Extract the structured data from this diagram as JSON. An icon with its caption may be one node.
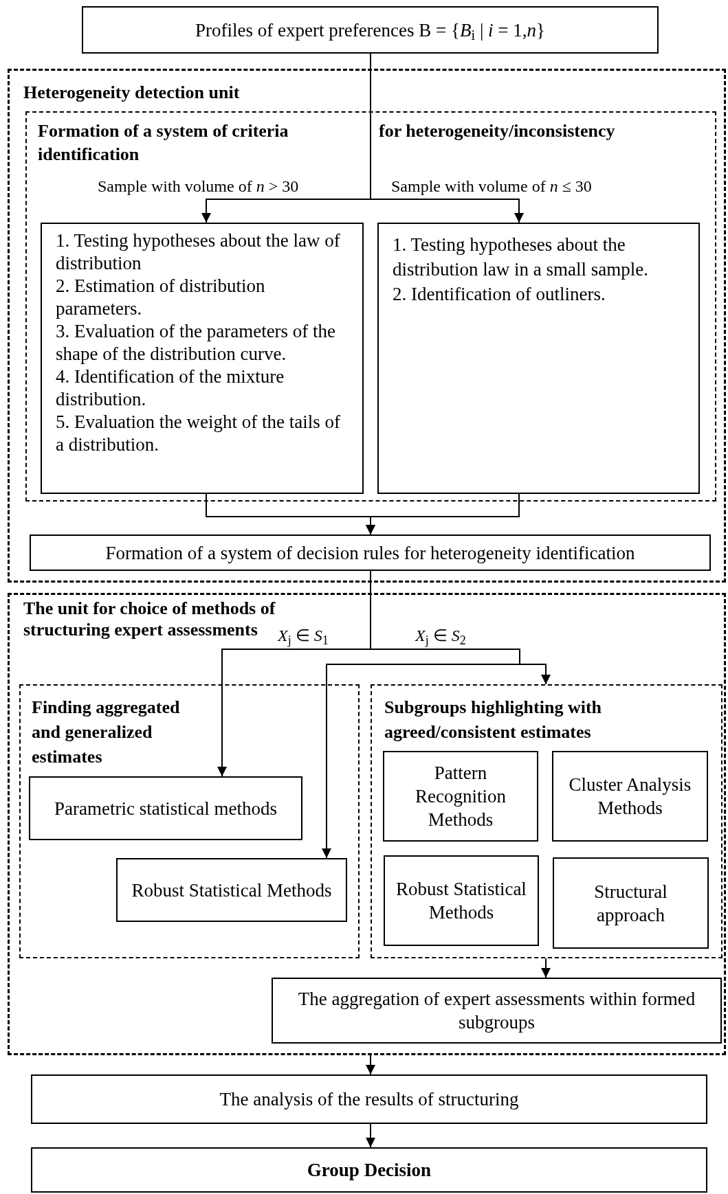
{
  "diagram": {
    "nodes": [
      {
        "text": [
          "Profiles of expert preferences B = {*B*$_{i}$ | *i* = 1,*n*}"
        ]
      },
      {
        "text": [
          "Heterogeneity detection unit"
        ]
      },
      {
        "text": [
          "Formation of a system of criteria identification",
          "for heterogeneity/inconsistency"
        ],
        "in": 1
      },
      {
        "text": [
          "1. Testing hypotheses about the law of distribution",
          "2. Estimation of distribution parameters.",
          "3. Evaluation of the parameters of the shape of the distribution curve.",
          "4. Identification of the mixture distribution.",
          "5. Evaluation the weight of the tails of a distribution."
        ],
        "in": 2
      },
      {
        "text": [
          "1. Testing hypotheses about the distribution law in a small sample.",
          "2. Identification of outliners."
        ],
        "in": 2
      },
      {
        "text": [
          "Formation of a system of decision rules for heterogeneity identification"
        ],
        "in": 1
      },
      {
        "text": [
          "The unit for choice of methods of structuring expert assessments"
        ]
      },
      {
        "text": [
          "Finding aggregated and generalized estimates"
        ],
        "in": 6
      },
      {
        "text": [
          "Parametric statistical methods"
        ],
        "in": 7
      },
      {
        "text": [
          "Robust Statistical Methods"
        ],
        "in": 7
      },
      {
        "text": [
          "Subgroups highlighting with agreed/consistent estimates"
        ],
        "in": 6
      },
      {
        "text": [
          "Pattern Recognition Methods"
        ],
        "in": 10
      },
      {
        "text": [
          "Cluster Analysis Methods"
        ],
        "in": 10
      },
      {
        "text": [
          "Robust Statistical Methods"
        ],
        "in": 10
      },
      {
        "text": [
          "Structural approach"
        ],
        "in": 10
      },
      {
        "text": [
          "The aggregation of expert assessments within formed subgroups"
        ],
        "in": 6
      },
      {
        "text": [
          "The analysis of the results of structuring"
        ]
      },
      {
        "text": [
          "Group Decision"
        ]
      }
    ],
    "edges": [
      {
        "from": 0,
        "to": 3,
        "arrow": "to",
        "label": "Sample with volume of *n* > 30"
      },
      {
        "from": 0,
        "to": 4,
        "arrow": "to",
        "label": "Sample with volume of *n* ≤ 30"
      },
      {
        "from": 3,
        "to": 5,
        "arrow": "to"
      },
      {
        "from": 4,
        "to": 5,
        "arrow": "to"
      },
      {
        "from": 5,
        "to": 8,
        "arrow": "to",
        "label": "*X*$_{j}$ ∈ *S*$_{1}$"
      },
      {
        "from": 5,
        "to": 9,
        "arrow": "to",
        "label": "*X*$_{j}$ ∈ *S*$_{2}$"
      },
      {
        "from": 5,
        "to": 10,
        "arrow": "to"
      },
      {
        "from": 10,
        "to": 15,
        "arrow": "to"
      },
      {
        "from": 6,
        "to": 16,
        "arrow": "to"
      },
      {
        "from": 16,
        "to": 17,
        "arrow": "to"
      }
    ]
  }
}
